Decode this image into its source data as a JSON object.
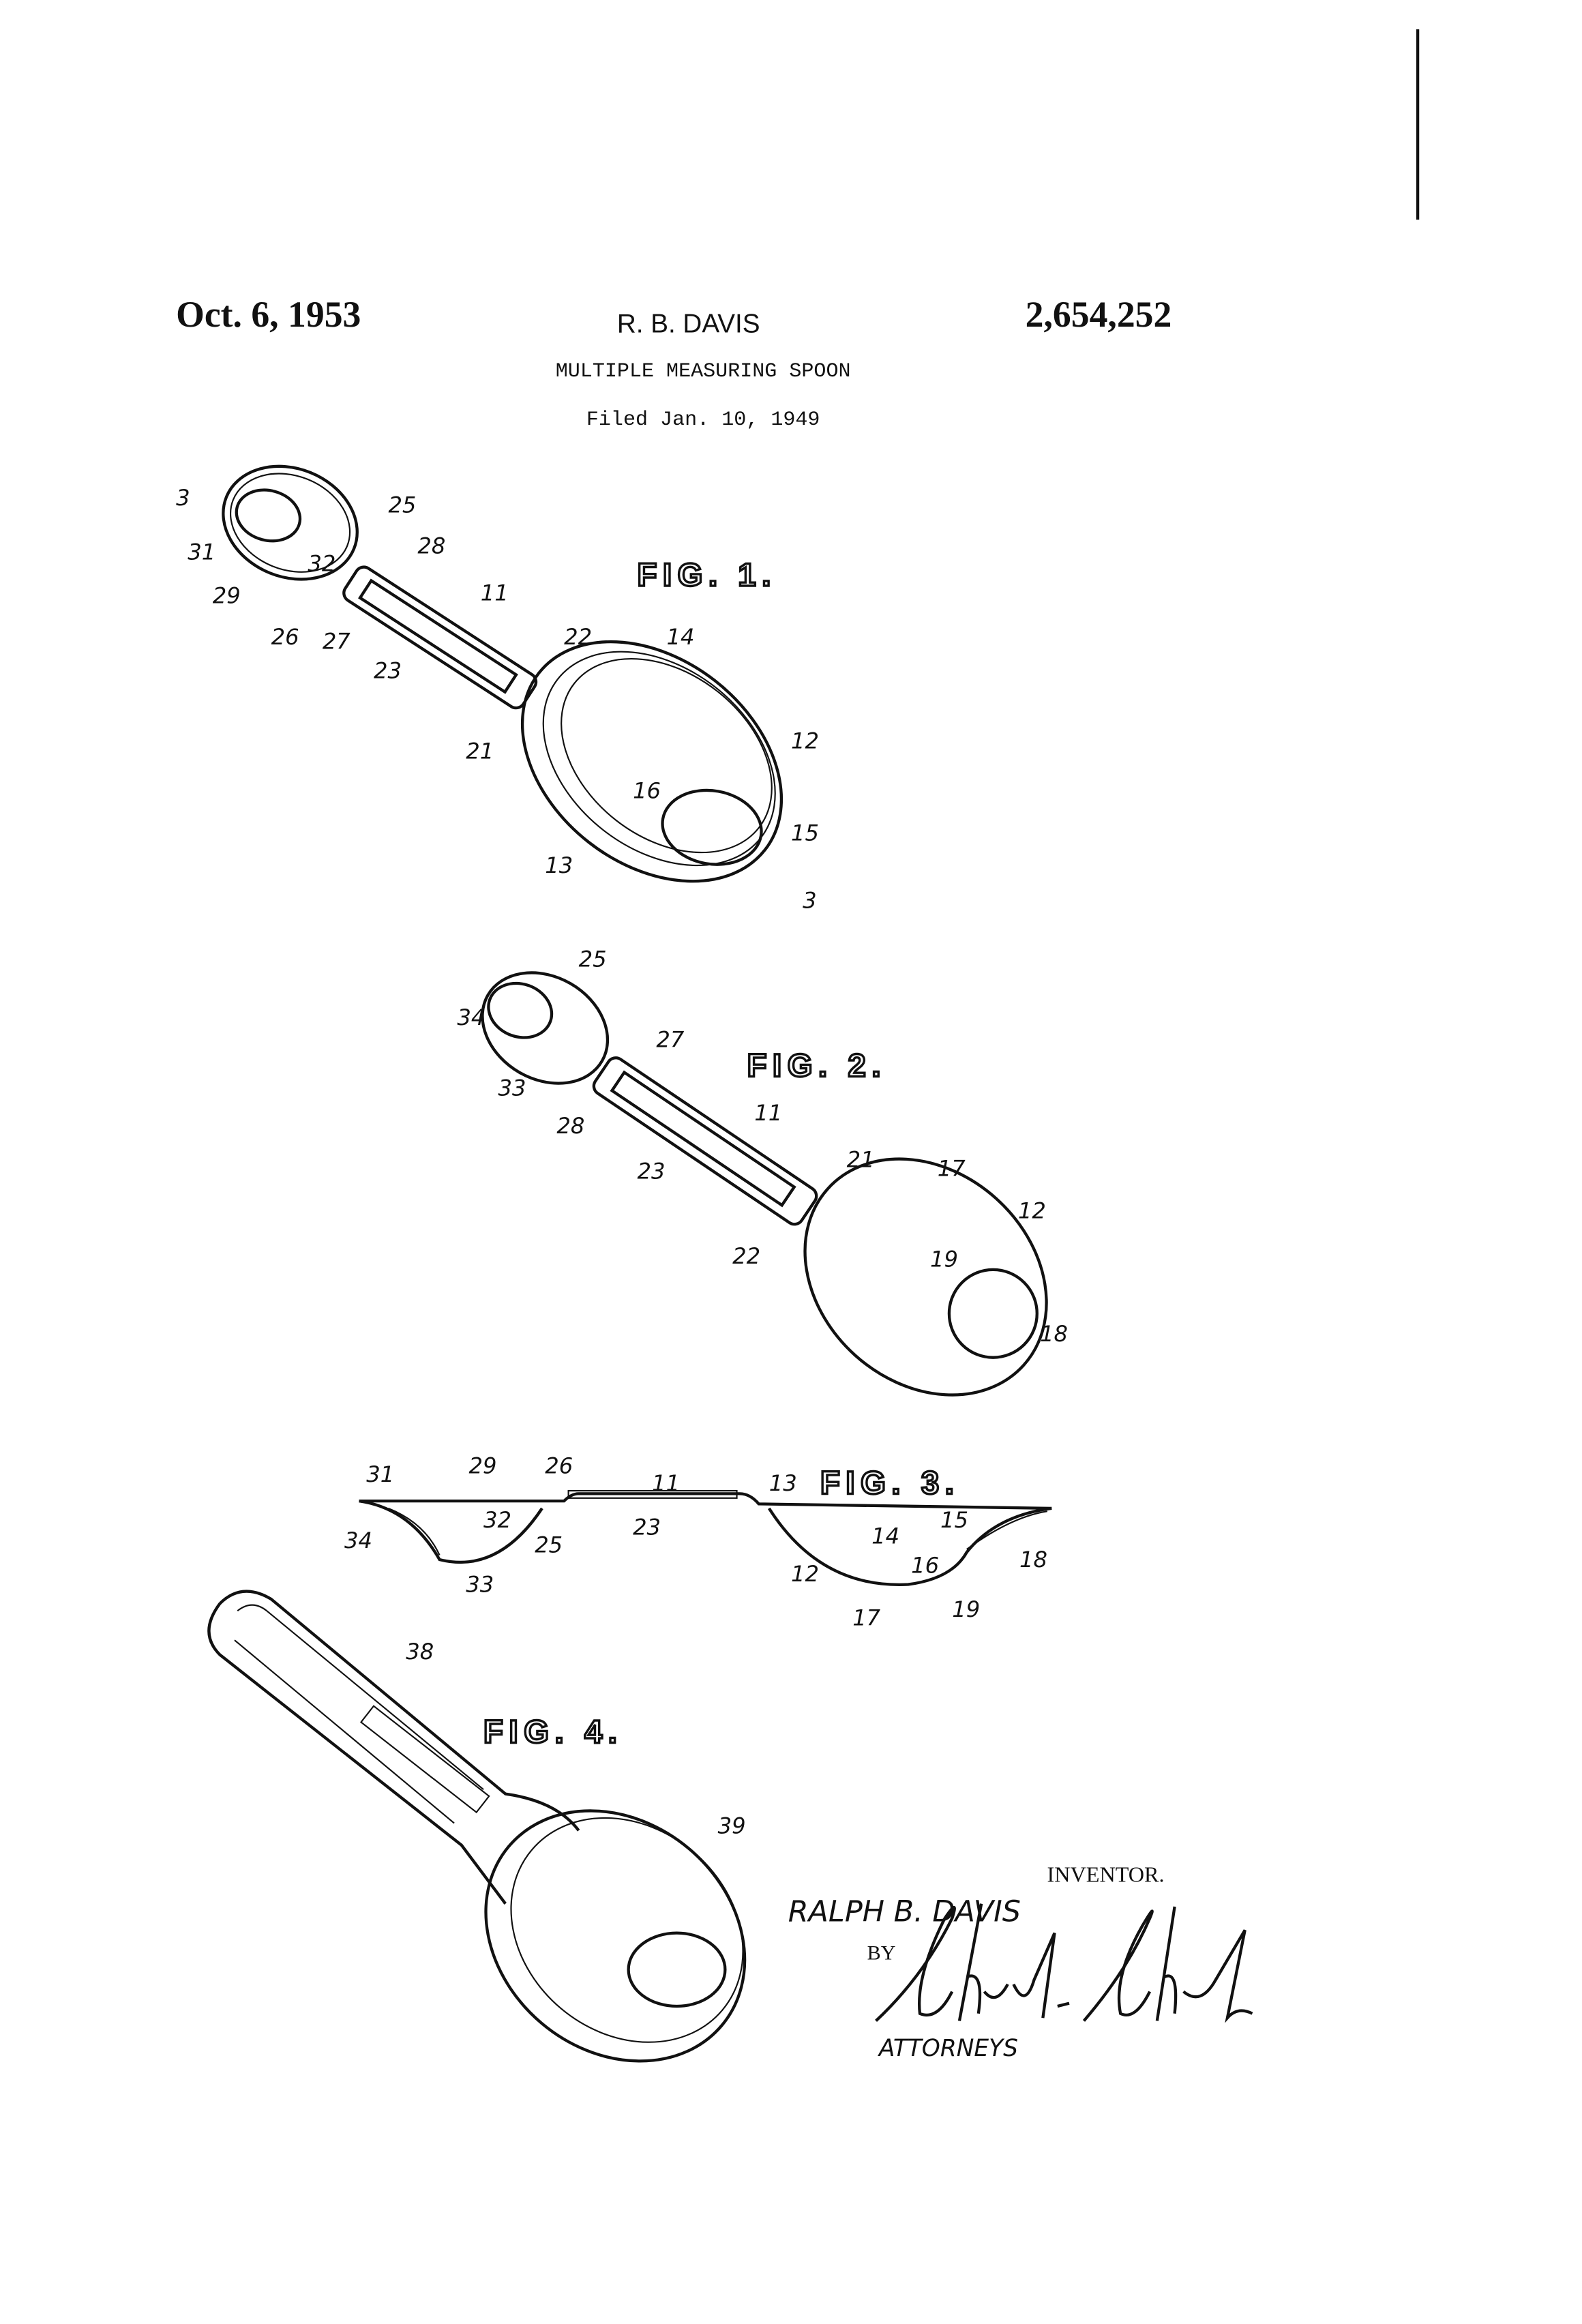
{
  "header": {
    "date": "Oct. 6, 1953",
    "inventor_short": "R. B. DAVIS",
    "patent_number": "2,654,252",
    "title": "MULTIPLE MEASURING SPOON",
    "filed": "Filed Jan. 10, 1949"
  },
  "figures": {
    "fig1": {
      "label": "FIG. 1.",
      "numerals": [
        "3",
        "25",
        "31",
        "32",
        "28",
        "29",
        "26",
        "27",
        "11",
        "23",
        "22",
        "14",
        "21",
        "12",
        "16",
        "15",
        "13",
        "3"
      ]
    },
    "fig2": {
      "label": "FIG. 2.",
      "numerals": [
        "25",
        "34",
        "27",
        "33",
        "28",
        "11",
        "23",
        "21",
        "17",
        "12",
        "22",
        "19",
        "18"
      ]
    },
    "fig3": {
      "label": "FIG. 3.",
      "numerals": [
        "31",
        "29",
        "26",
        "11",
        "13",
        "15",
        "14",
        "34",
        "32",
        "25",
        "23",
        "16",
        "18",
        "12",
        "33",
        "17",
        "19"
      ]
    },
    "fig4": {
      "label": "FIG. 4.",
      "numerals": [
        "38",
        "39"
      ]
    }
  },
  "signature_block": {
    "inventor_label": "INVENTOR.",
    "inventor_name": "RALPH B. DAVIS",
    "by": "BY",
    "signature": "Church & Church",
    "attorneys_label": "ATTORNEYS"
  }
}
